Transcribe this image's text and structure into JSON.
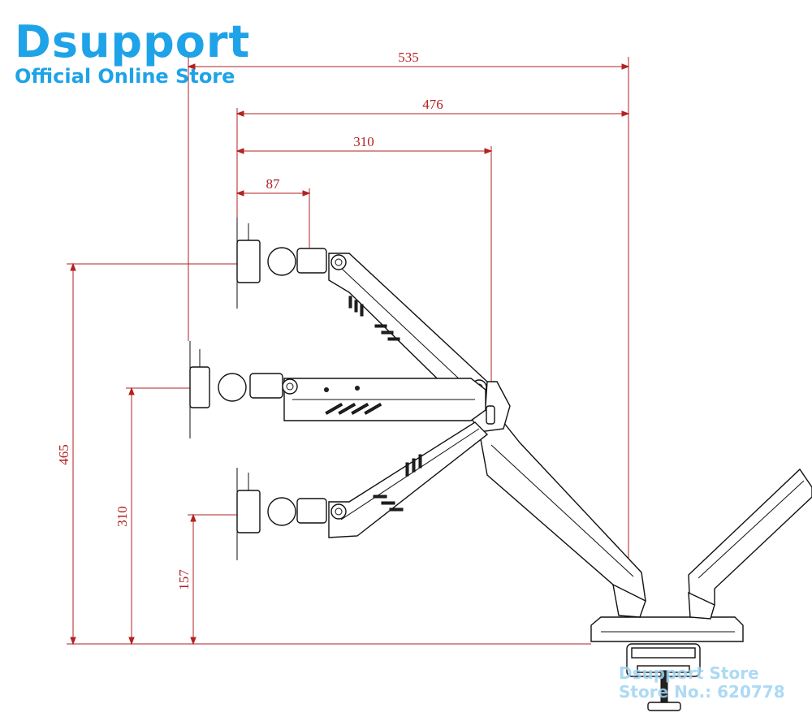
{
  "brand": {
    "name": "Dsupport",
    "tagline": "Official Online Store"
  },
  "watermark": {
    "line1": "Dsupport Store",
    "line2": "Store No.: 620778"
  },
  "dimensions": {
    "horizontal": [
      "535",
      "476",
      "310",
      "87"
    ],
    "vertical": [
      "465",
      "310",
      "157"
    ]
  },
  "colors": {
    "brand": "#1ea3e8",
    "dimension": "#b22222",
    "line": "#111111"
  }
}
